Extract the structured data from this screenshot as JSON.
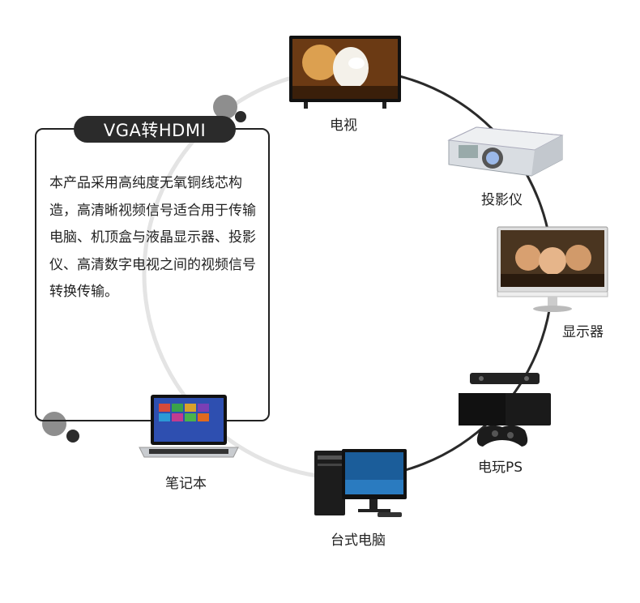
{
  "title_tag": "VGA转HDMI",
  "description": "本产品采用高纯度无氧铜线芯构造，高清晰视频信号适合用于传输电脑、机顶盒与液晶显示器、投影仪、高清数字电视之间的视频信号转换传输。",
  "devices": {
    "tv": "电视",
    "projector": "投影仪",
    "monitor": "显示器",
    "game": "电玩PS",
    "desktop": "台式电脑",
    "laptop": "笔记本"
  },
  "colors": {
    "ring": "#222222",
    "tag_bg": "#2b2b2b",
    "dot": "#8a8a8a"
  }
}
